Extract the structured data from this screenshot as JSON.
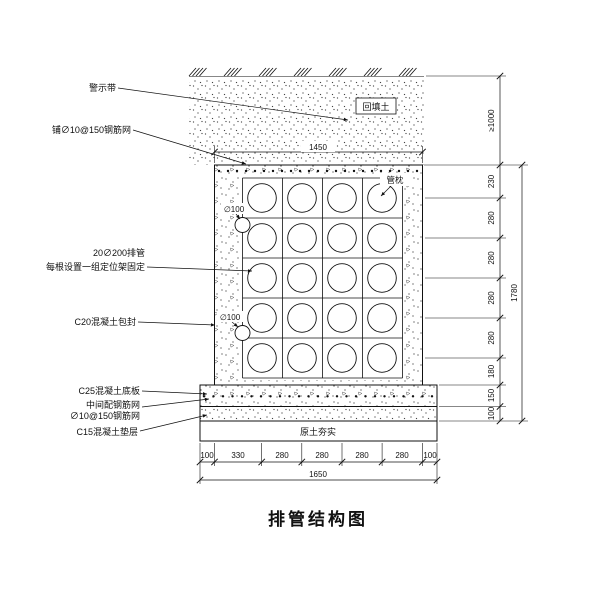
{
  "title": "排管结构图",
  "callouts": {
    "warning_tape": "警示带",
    "top_mesh": "铺∅10@150钢筋网",
    "pipes_line1": "20∅200排管",
    "pipes_line2": "每根设置一组定位架固定",
    "encasement": "C20混凝土包封",
    "base_slab": "C25混凝土底板",
    "mid_mesh_line1": "中间配钢筋网",
    "mid_mesh_line2": "∅10@150钢筋网",
    "cushion": "C15混凝土垫层",
    "backfill": "回填土",
    "pipe_pillow": "管枕",
    "small_pipe_dia": "∅100",
    "compacted_soil": "原土夯实"
  },
  "dimensions": {
    "block_width": "1450",
    "total_width": "1650",
    "total_height": "1780",
    "cover_depth": "≥1000",
    "right_chain": [
      "230",
      "280",
      "280",
      "280",
      "280",
      "180",
      "150",
      "100"
    ],
    "bottom_chain": [
      "100",
      "330",
      "280",
      "280",
      "280",
      "280",
      "100"
    ]
  }
}
